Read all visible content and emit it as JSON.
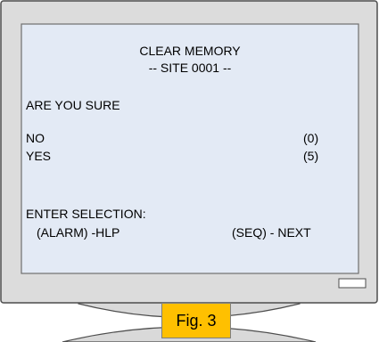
{
  "colors": {
    "screen_background": "#e3eaf5",
    "bezel": "#dcdcdc",
    "bezel_outline": "#4d4d4d",
    "stand": "#d9d9d9",
    "figure_label_background": "#ffc000",
    "text": "#000000"
  },
  "screen": {
    "title": "CLEAR MEMORY",
    "subtitle": "-- SITE  0001 --",
    "prompt": "ARE YOU SURE",
    "options": [
      {
        "label": "NO",
        "key": "(0)"
      },
      {
        "label": "YES",
        "key": "(5)"
      }
    ],
    "entry_prompt": "ENTER SELECTION:",
    "footer_left": "(ALARM) -HLP",
    "footer_right": "(SEQ) - NEXT"
  },
  "figure_label": "Fig. 3"
}
